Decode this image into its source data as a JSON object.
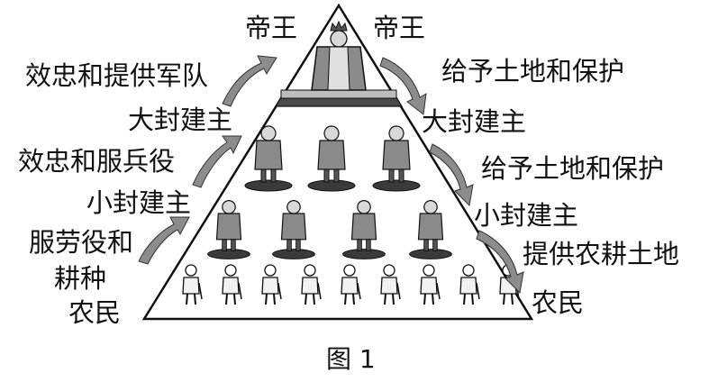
{
  "figure_caption": "图 1",
  "pyramid": {
    "levels": [
      "帝王",
      "大封建主",
      "小封建主",
      "农民"
    ]
  },
  "left_side": {
    "apex_label": "帝王",
    "upward_duties": [
      {
        "from": "大封建主",
        "duty": "效忠和提供军队"
      },
      {
        "from": "小封建主",
        "duty": "效忠和服兵役"
      },
      {
        "from": "农民",
        "duty_line1": "服劳役和",
        "duty_line2": "耕种"
      }
    ]
  },
  "right_side": {
    "apex_label": "帝王",
    "downward_grants": [
      {
        "to": "大封建主",
        "grant": "给予土地和保护"
      },
      {
        "to": "小封建主",
        "grant": "给予土地和保护"
      },
      {
        "to": "农民",
        "grant": "提供农耕土地"
      }
    ]
  },
  "figures": {
    "emperor_count": 1,
    "great_lord_count": 3,
    "lesser_lord_count": 4,
    "peasant_count": 9
  }
}
